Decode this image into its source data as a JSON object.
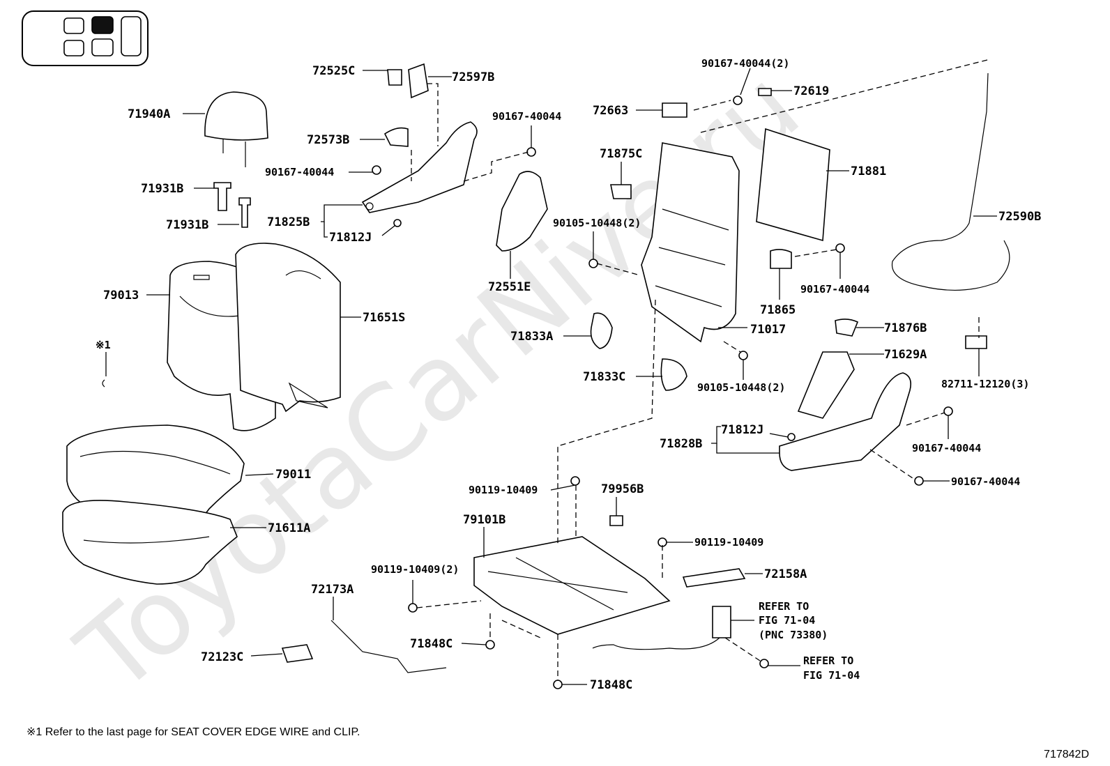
{
  "watermark": "ToyotaCarNive.ru",
  "labels": {
    "p72525C": "72525C",
    "p72597B": "72597B",
    "p71940A": "71940A",
    "p72573B": "72573B",
    "p90167_a": "90167-40044",
    "p90167_b": "90167-40044",
    "p71931B_a": "71931B",
    "p71931B_b": "71931B",
    "p71825B": "71825B",
    "p71812J_a": "71812J",
    "p72551E": "72551E",
    "p79013": "79013",
    "p71651S": "71651S",
    "note_mark": "※1",
    "p79011": "79011",
    "p71611A": "71611A",
    "p90167_2": "90167-40044(2)",
    "p72619": "72619",
    "p72663": "72663",
    "p71875C": "71875C",
    "p71881": "71881",
    "p90105_2a": "90105-10448(2)",
    "p72590B": "72590B",
    "p90167_c": "90167-40044",
    "p71865": "71865",
    "p71017": "71017",
    "p71833A": "71833A",
    "p71876B": "71876B",
    "p71629A": "71629A",
    "p82711": "82711-12120(3)",
    "p71833C": "71833C",
    "p90105_2b": "90105-10448(2)",
    "p71812J_b": "71812J",
    "p71828B": "71828B",
    "p90167_d": "90167-40044",
    "p90167_e": "90167-40044",
    "p90119_a": "90119-10409",
    "p79956B": "79956B",
    "p79101B": "79101B",
    "p90119_b": "90119-10409",
    "p90119_2": "90119-10409(2)",
    "p72158A": "72158A",
    "p72173A": "72173A",
    "refer1_l1": "REFER TO",
    "refer1_l2": "FIG 71-04",
    "refer1_l3": "(PNC 73380)",
    "refer2_l1": "REFER TO",
    "refer2_l2": "FIG 71-04",
    "p71848C_a": "71848C",
    "p72123C": "72123C",
    "p71848C_b": "71848C"
  },
  "footnote": "※1  Refer to the last page for SEAT COVER EDGE WIRE and CLIP.",
  "diagram_code": "717842D"
}
